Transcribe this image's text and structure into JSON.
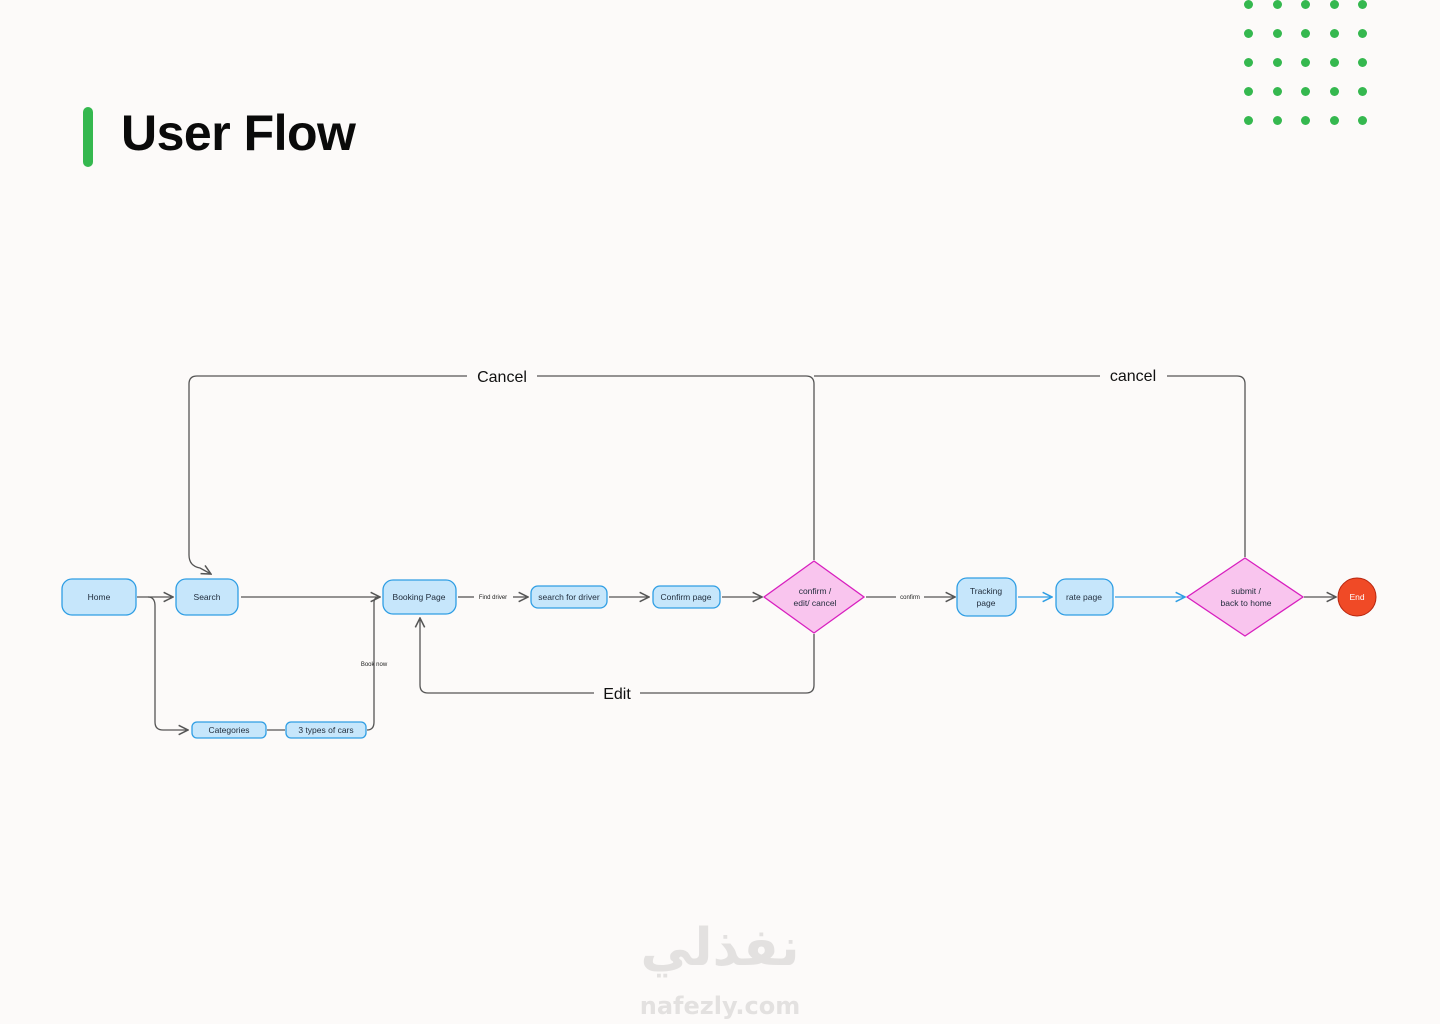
{
  "header": {
    "title": "User Flow",
    "accent_color": "#35b84f"
  },
  "colors": {
    "page_node_fill": "#c6e6fb",
    "page_node_stroke": "#2f9ee4",
    "decision_fill": "#f9c5ee",
    "decision_stroke": "#d81fbf",
    "end_fill": "#f04a26",
    "connector": "#555555",
    "connector_blue": "#2f9ee4"
  },
  "nodes": {
    "home": "Home",
    "search": "Search",
    "booking_page": "Booking Page",
    "search_for_driver": "search for driver",
    "confirm_page": "Confirm page",
    "confirm_decision_line1": "confirm /",
    "confirm_decision_line2": "edit/ cancel",
    "tracking_line1": "Tracking",
    "tracking_line2": "page",
    "rate_page": "rate page",
    "submit_decision_line1": "submit /",
    "submit_decision_line2": "back to home",
    "end": "End",
    "categories": "Categories",
    "three_types": "3 types of cars"
  },
  "edge_labels": {
    "find_driver": "Find driver",
    "confirm": "confirm",
    "book_now": "Book now",
    "cancel_left": "Cancel",
    "cancel_right": "cancel",
    "edit": "Edit"
  },
  "watermark": {
    "arabic": "نفذلي",
    "latin": "nafezly.com"
  }
}
